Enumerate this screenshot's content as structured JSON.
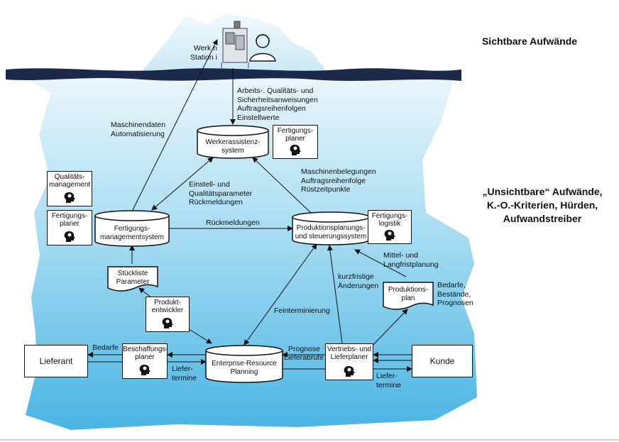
{
  "headings": {
    "visible": "Sichtbare Aufwände",
    "invisible_l1": "„Unsichtbare“ Aufwände,",
    "invisible_l2": "K.-O.-Kriterien, Hürden,",
    "invisible_l3": "Aufwandstreiber"
  },
  "station": {
    "l1": "Werk n",
    "l2": "Station i"
  },
  "systems": {
    "werker_l1": "Werkerassistenz-",
    "werker_l2": "system",
    "fert_l1": "Fertigungs-",
    "fert_l2": "managementsystem",
    "pps_l1": "Produktionsplanungs-",
    "pps_l2": "und steuerungssystem",
    "erp_l1": "Enterprise-Resource",
    "erp_l2": "Planning"
  },
  "roles": {
    "fp_top_l1": "Fertigungs-",
    "fp_top_l2": "planer",
    "qm_l1": "Qualitäts-",
    "qm_l2": "management",
    "fp_left_l1": "Fertigungs-",
    "fp_left_l2": "planer",
    "log_l1": "Fertigungs-",
    "log_l2": "logistik",
    "pe_l1": "Produkt-",
    "pe_l2": "entwickler",
    "bp_l1": "Beschaffungs-",
    "bp_l2": "planer",
    "vl_l1": "Vertriebs- und",
    "vl_l2": "Lieferplaner"
  },
  "documents": {
    "stueck_l1": "Stückliste",
    "stueck_l2": "Parameter",
    "plan_l1": "Produktions-",
    "plan_l2": "plan"
  },
  "externals": {
    "lieferant": "Lieferant",
    "kunde": "Kunde"
  },
  "labels": {
    "arbeits_l1": "Arbeits-. Qualitäts- und",
    "arbeits_l2": "Sicherheitsanweisungen",
    "arbeits_l3": "Auftragsreihenfolgen",
    "arbeits_l4": "Einstellwerte",
    "maschinendaten_l1": "Maschinendaten",
    "maschinendaten_l2": "Automatisierung",
    "einstell_l1": "Einstell- und",
    "einstell_l2": "Qualitätsparameter",
    "einstell_l3": "Rückmeldungen",
    "masch_l1": "Maschinenbelegungen",
    "masch_l2": "Auftragsreihenfolge",
    "masch_l3": "Rüstzeitpunkte",
    "rueck": "Rückmeldungen",
    "mittel_l1": "Mittel- und",
    "mittel_l2": "Langfristplanung",
    "kurz_l1": "kurzfristige",
    "kurz_l2": "Änderungen",
    "bedarfe_l1": "Bedarfe,",
    "bedarfe_l2": "Bestände,",
    "bedarfe_l3": "Prognosen",
    "fein": "Feinterminierung",
    "bedarfe_left": "Bedarfe",
    "liefer_left_l1": "Liefer-",
    "liefer_left_l2": "termine",
    "prognose": "Prognose",
    "lieferabrufe": "Lieferabrufe",
    "liefer_right_l1": "Liefer-",
    "liefer_right_l2": "termine"
  },
  "colors": {
    "water_deep": "#53b8e4",
    "water_light": "#e6f4fa",
    "surface": "#1b2a4b",
    "ice_top": "#d9f0f9"
  },
  "icons": [
    "brain-head-icon",
    "worker-icon",
    "machine-icon",
    "arrow-icon"
  ]
}
